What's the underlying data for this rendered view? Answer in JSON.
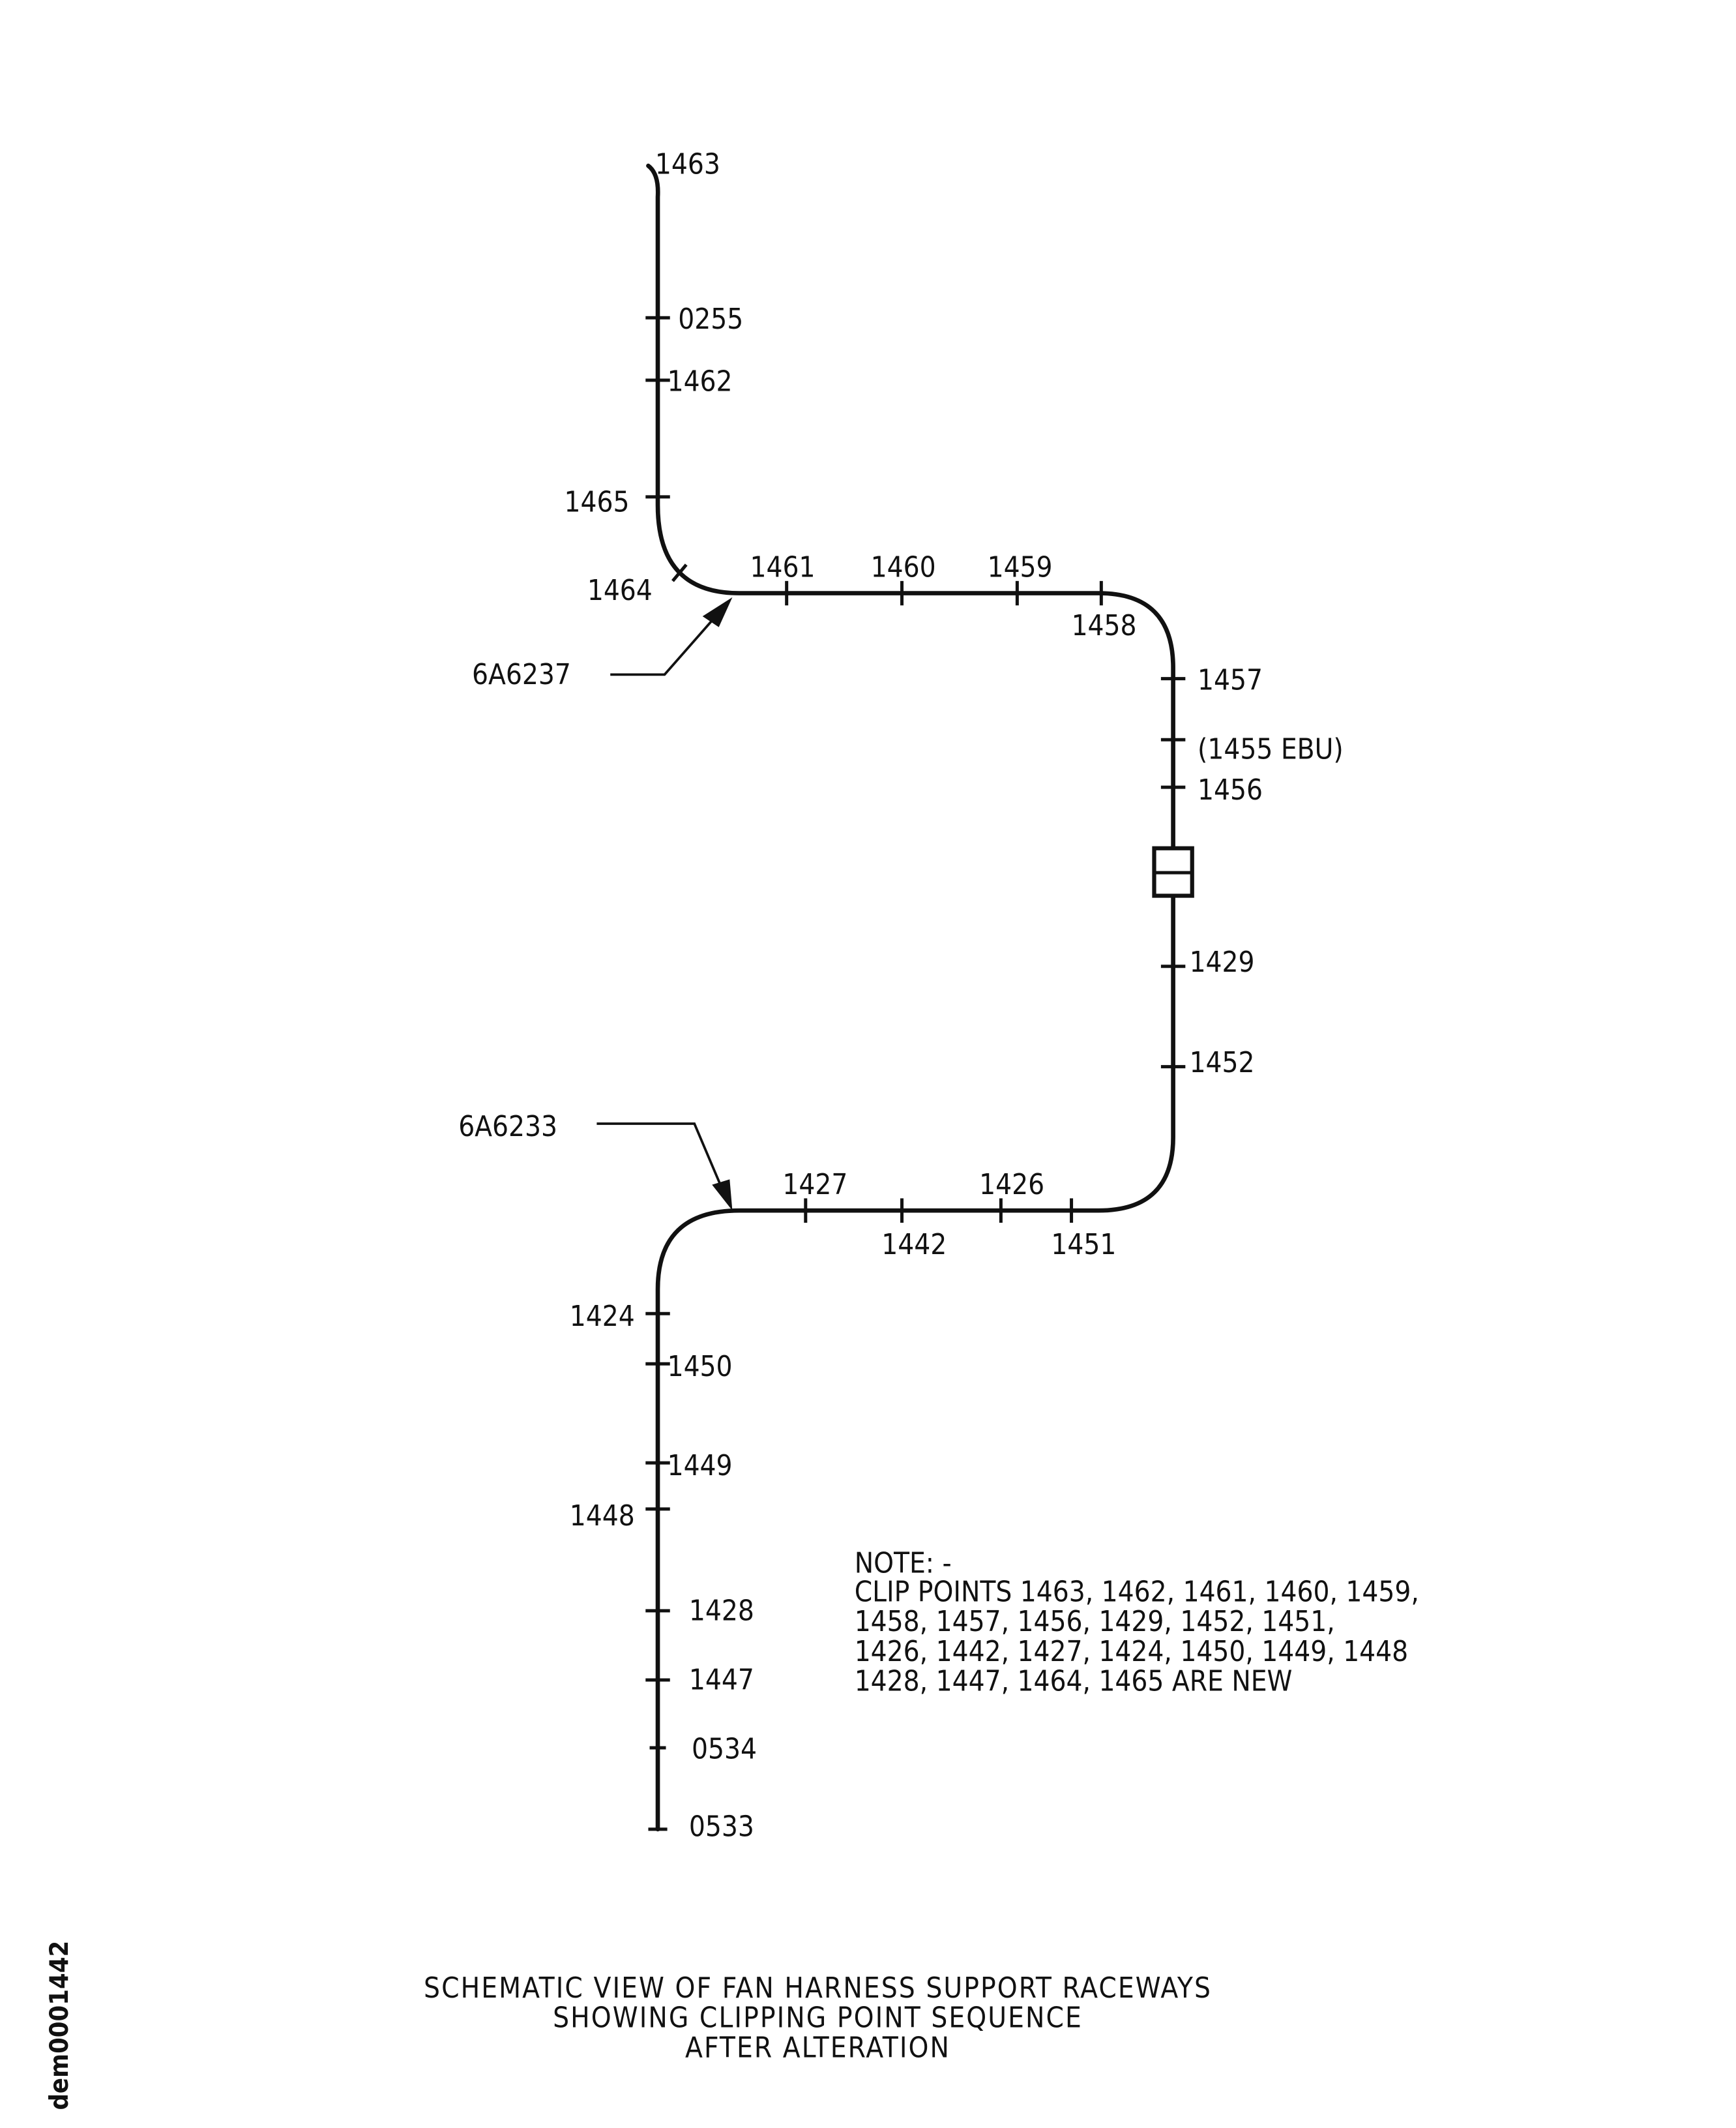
{
  "diagram": {
    "clip_points": {
      "p1463": "1463",
      "p0255": "0255",
      "p1462": "1462",
      "p1465": "1465",
      "p1464": "1464",
      "p1461": "1461",
      "p1460": "1460",
      "p1459": "1459",
      "p1458": "1458",
      "p1457": "1457",
      "p1455": "(1455 EBU)",
      "p1456": "1456",
      "p1429": "1429",
      "p1452": "1452",
      "p1427": "1427",
      "p1442": "1442",
      "p1426": "1426",
      "p1451": "1451",
      "p1424": "1424",
      "p1450": "1450",
      "p1449": "1449",
      "p1448": "1448",
      "p1428": "1428",
      "p1447": "1447",
      "p0534": "0534",
      "p0533": "0533"
    },
    "callouts": {
      "upper": "6A6237",
      "lower": "6A6233"
    },
    "note": [
      "NOTE: -",
      "CLIP POINTS 1463, 1462, 1461, 1460, 1459,",
      "1458, 1457, 1456, 1429, 1452, 1451,",
      "1426, 1442, 1427, 1424, 1450, 1449, 1448",
      "1428, 1447, 1464, 1465 ARE NEW"
    ],
    "title": [
      "SCHEMATIC VIEW OF FAN HARNESS SUPPORT RACEWAYS",
      "SHOWING CLIPPING POINT SEQUENCE",
      "AFTER ALTERATION"
    ],
    "doc_id": "dem0001442"
  }
}
